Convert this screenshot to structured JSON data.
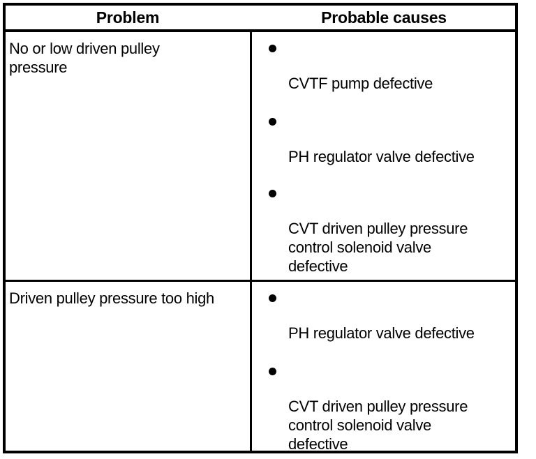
{
  "table": {
    "headers": {
      "problem": "Problem",
      "causes": "Probable causes"
    },
    "rows": [
      {
        "problem": "No or low driven pulley\npressure",
        "causes": [
          "CVTF pump defective",
          "PH regulator valve defective",
          "CVT driven pulley pressure\ncontrol solenoid valve\ndefective"
        ]
      },
      {
        "problem": "Driven pulley pressure too high",
        "causes": [
          "PH regulator valve defective",
          "CVT driven pulley pressure\ncontrol solenoid valve\ndefective"
        ]
      }
    ]
  },
  "style": {
    "ink": "#000000",
    "paper": "#ffffff"
  }
}
